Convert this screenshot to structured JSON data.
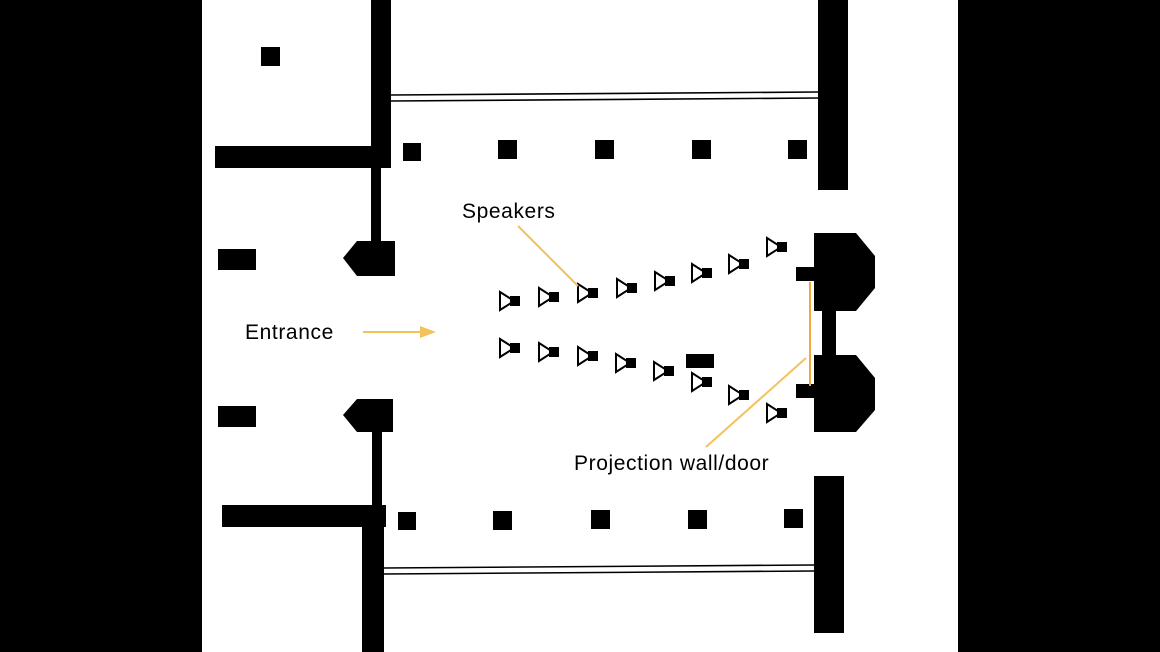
{
  "labels": {
    "speakers": "Speakers",
    "entrance": "Entrance",
    "projection": "Projection wall/door"
  },
  "colors": {
    "background": "#000000",
    "paper": "#ffffff",
    "ink": "#000000",
    "leader": "#f5c15a"
  },
  "icons": {
    "speaker": "speaker-icon",
    "arrow": "arrow-right-icon"
  }
}
